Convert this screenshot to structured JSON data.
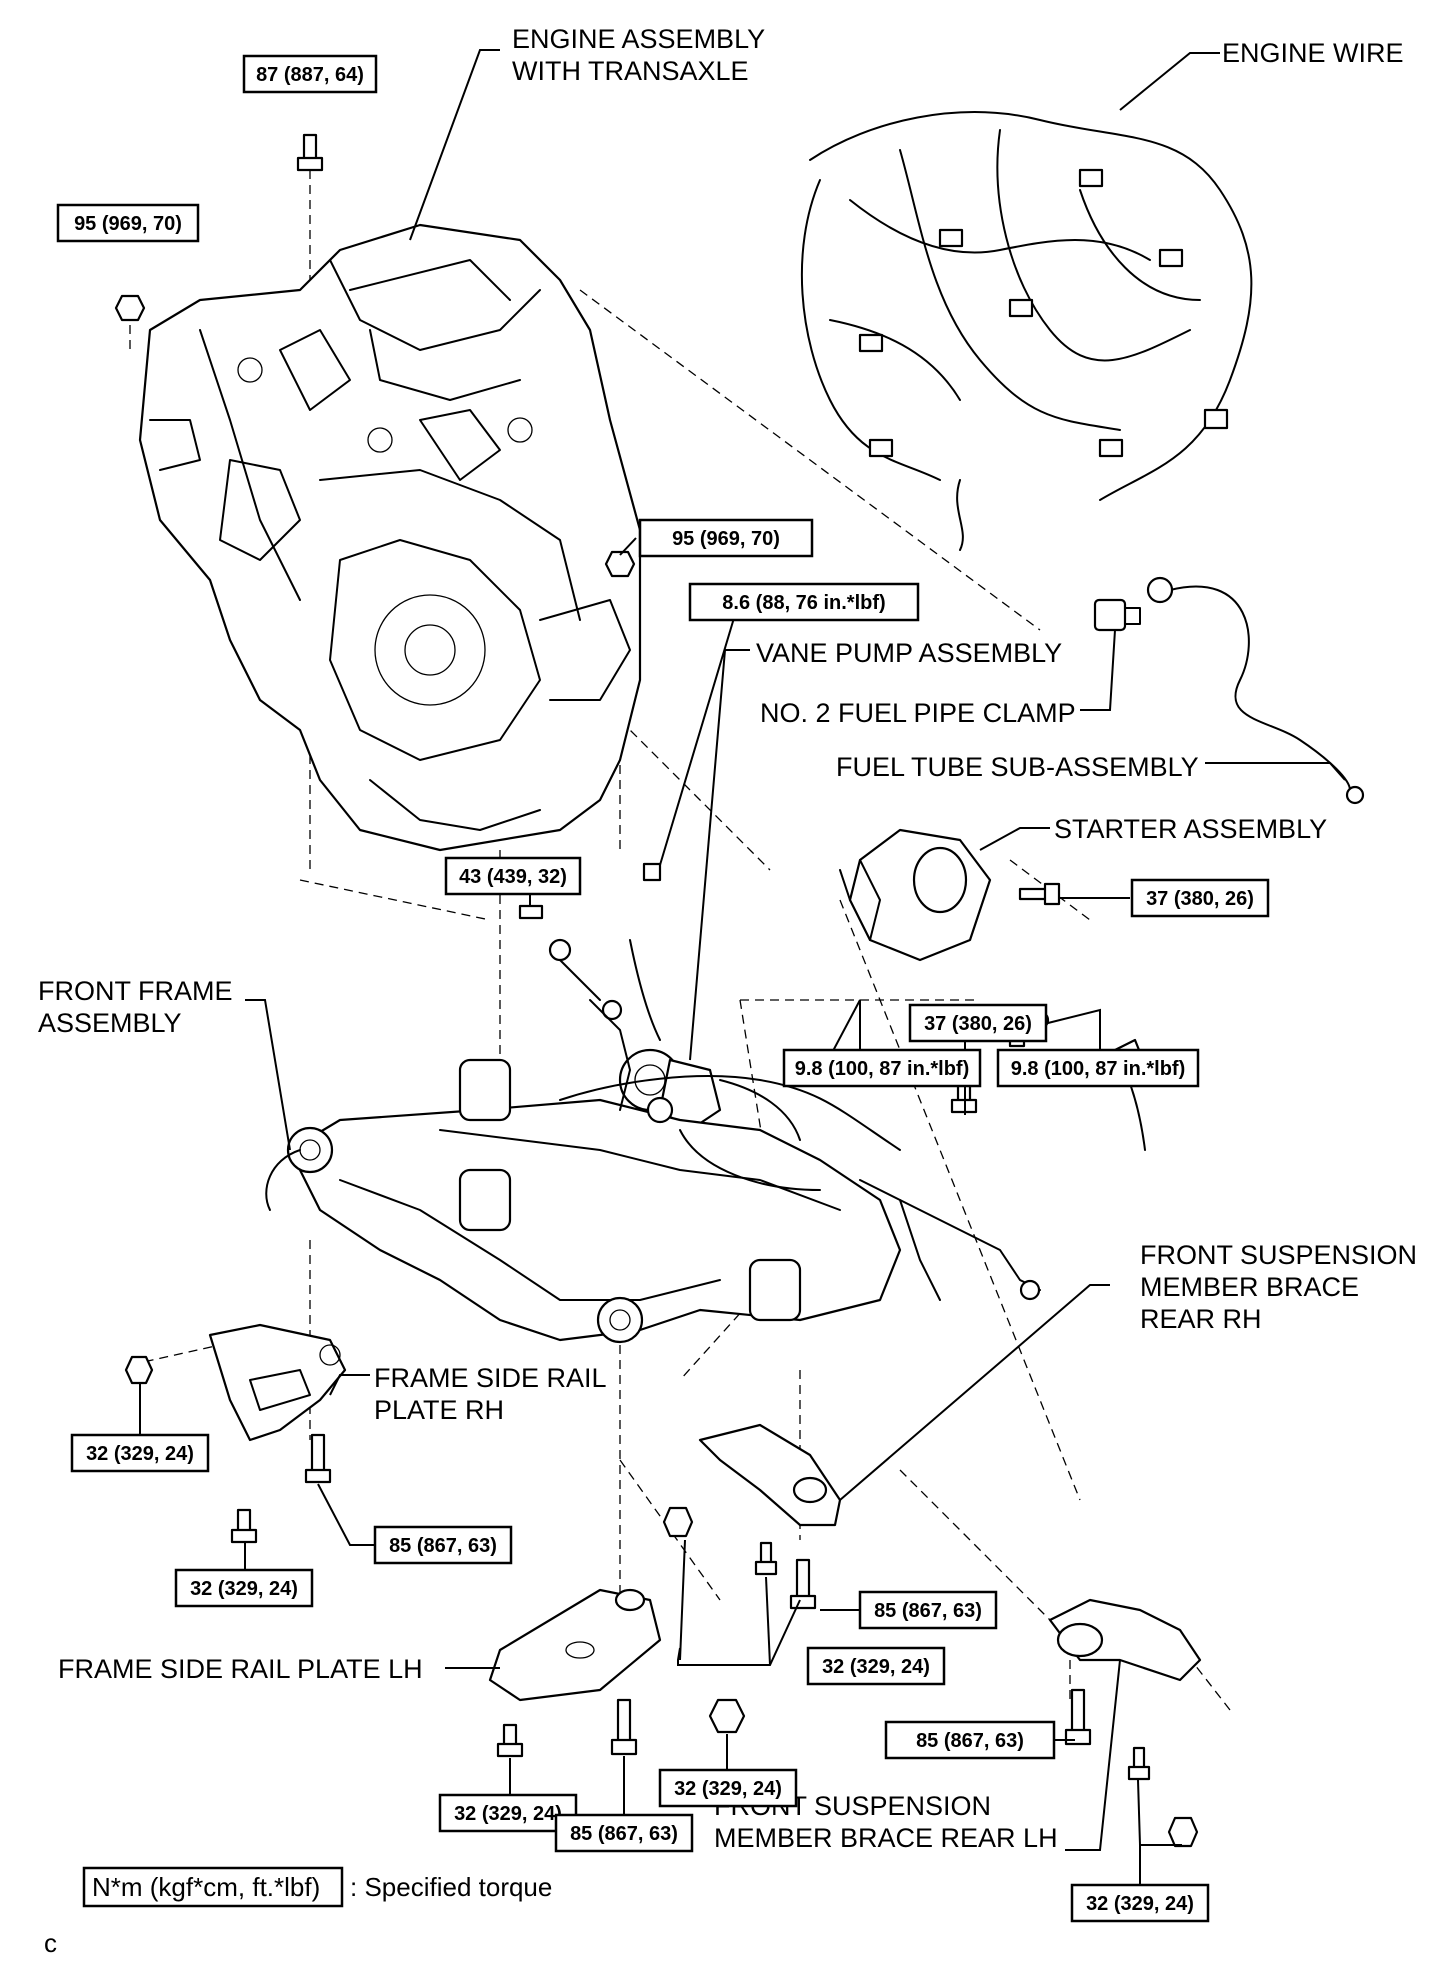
{
  "labels": {
    "engine_assembly_1": "ENGINE ASSEMBLY",
    "engine_assembly_2": "WITH TRANSAXLE",
    "engine_wire": "ENGINE WIRE",
    "vane_pump": "VANE PUMP ASSEMBLY",
    "fuel_pipe_clamp": "NO. 2 FUEL PIPE CLAMP",
    "fuel_tube": "FUEL TUBE SUB-ASSEMBLY",
    "starter": "STARTER ASSEMBLY",
    "front_frame_1": "FRONT FRAME",
    "front_frame_2": "ASSEMBLY",
    "brace_rh_1": "FRONT SUSPENSION",
    "brace_rh_2": "MEMBER BRACE",
    "brace_rh_3": "REAR RH",
    "rail_rh_1": "FRAME SIDE RAIL",
    "rail_rh_2": "PLATE RH",
    "rail_lh": "FRAME SIDE RAIL PLATE LH",
    "brace_lh_1": "FRONT SUSPENSION",
    "brace_lh_2": "MEMBER BRACE REAR LH"
  },
  "torques": {
    "t1": "87 (887, 64)",
    "t2": "95 (969, 70)",
    "t3": "95 (969, 70)",
    "t4": "8.6 (88, 76 in.*lbf)",
    "t5": "43 (439, 32)",
    "t6": "37 (380, 26)",
    "t7": "37 (380, 26)",
    "t8": "9.8 (100, 87 in.*lbf)",
    "t9": "9.8 (100, 87 in.*lbf)",
    "t10": "32 (329, 24)",
    "t11": "32 (329, 24)",
    "t12": "85 (867, 63)",
    "t13": "85 (867, 63)",
    "t14": "32 (329, 24)",
    "t15": "85 (867, 63)",
    "t16": "32 (329, 24)",
    "t17": "32 (329, 24)",
    "t18": "85 (867, 63)",
    "t19": "32 (329, 24)"
  },
  "legend": {
    "unit": "N*m (kgf*cm, ft.*lbf)",
    "description": ": Specified torque"
  },
  "corner_mark": "c"
}
